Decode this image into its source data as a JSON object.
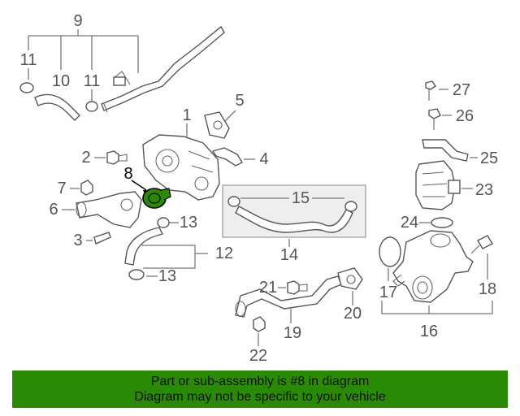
{
  "callouts": {
    "n1": "1",
    "n2": "2",
    "n3": "3",
    "n4": "4",
    "n5": "5",
    "n6": "6",
    "n7": "7",
    "n8": "8",
    "n9": "9",
    "n10": "10",
    "n11a": "11",
    "n11b": "11",
    "n12": "12",
    "n13a": "13",
    "n13b": "13",
    "n14": "14",
    "n15": "15",
    "n16": "16",
    "n17": "17",
    "n18": "18",
    "n19": "19",
    "n20": "20",
    "n21": "21",
    "n22": "22",
    "n23": "23",
    "n24": "24",
    "n25": "25",
    "n26": "26",
    "n27": "27"
  },
  "highlight": {
    "part_number": "8",
    "color": "#2a8a06"
  },
  "banner": {
    "line1": "Part or sub-assembly is #8 in diagram",
    "line2": "Diagram may not be specific to your vehicle",
    "color": "#2a8a06"
  }
}
